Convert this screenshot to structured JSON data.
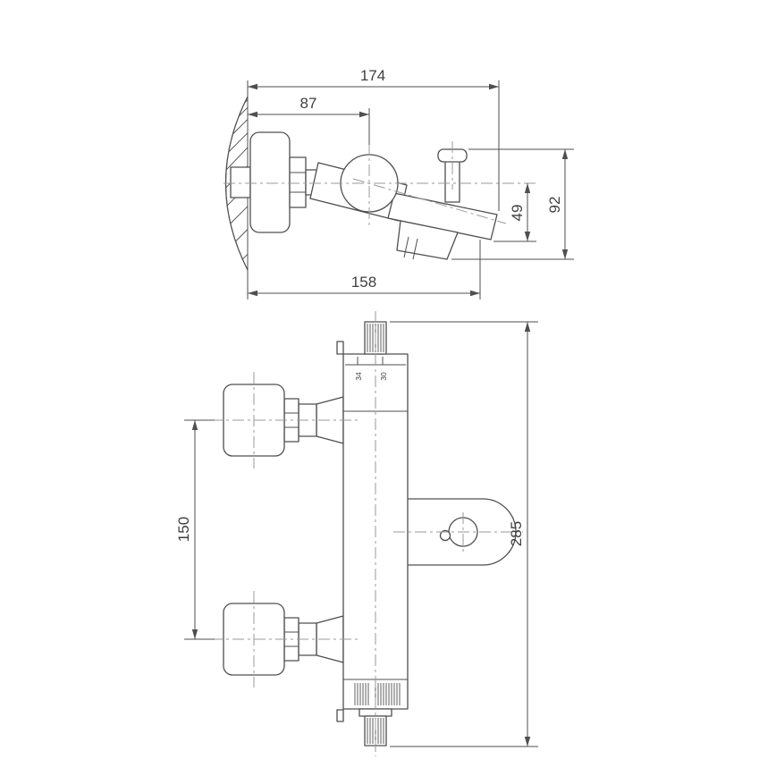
{
  "drawing": {
    "colors": {
      "line": "#4f4f4f",
      "center": "#9a9a9a",
      "text": "#3f3f3f",
      "bg": "#ffffff"
    },
    "side_view": {
      "dim_total_depth": "174",
      "dim_knob_depth": "87",
      "dim_spout_depth": "158",
      "dim_spout_drop": "49",
      "dim_body_height": "92"
    },
    "front_view": {
      "dim_total_height": "285",
      "dim_handle_spacing": "150",
      "temp_scale": {
        "mark_left": "34",
        "mark_right": "30"
      }
    }
  }
}
